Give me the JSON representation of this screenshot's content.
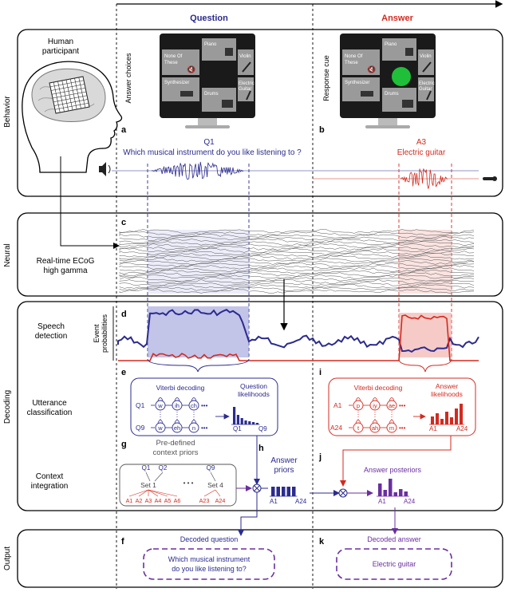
{
  "columns": {
    "question": "Question",
    "answer": "Answer"
  },
  "sections": {
    "behavior": "Behavior",
    "neural": "Neural",
    "decoding": "Decoding",
    "output": "Output"
  },
  "behavior": {
    "participant_line1": "Human",
    "participant_line2": "participant",
    "answer_choices_label": "Answer choices",
    "response_cue_label": "Response cue",
    "tiles": {
      "piano": "Piano",
      "none_line1": "None Of",
      "none_line2": "These",
      "violin": "Violin",
      "synthesizer": "Synthesizer",
      "electric_line1": "Electric",
      "electric_line2": "Guitar",
      "drums": "Drums"
    },
    "panel_a": "a",
    "panel_b": "b",
    "q_id": "Q1",
    "q_text": "Which musical instrument do you like listening to ?",
    "a_id": "A3",
    "a_text": "Electric guitar"
  },
  "neural": {
    "panel_c": "c",
    "ecog_line1": "Real-time ECoG",
    "ecog_line2": "high gamma"
  },
  "decoding": {
    "panel_d": "d",
    "speech_line1": "Speech",
    "speech_line2": "detection",
    "event_line1": "Event",
    "event_line2": "probabilities",
    "panel_e": "e",
    "panel_i": "i",
    "utt_line1": "Utterance",
    "utt_line2": "classification",
    "viterbi": "Viterbi decoding",
    "q_lik_line1": "Question",
    "q_lik_line2": "likelihoods",
    "a_lik_line1": "Answer",
    "a_lik_line2": "likelihoods",
    "q_row1": "Q1",
    "q_row2": "Q9",
    "q_ax_start": "Q1",
    "q_ax_end": "Q9",
    "a_row1": "A1",
    "a_row2": "A24",
    "a_ax_start": "A1",
    "a_ax_end": "A24",
    "phones_q1": [
      "w",
      "ih",
      "ch"
    ],
    "phones_q9": [
      "w",
      "eh",
      "n"
    ],
    "phones_a1": [
      "p",
      "iy",
      "ae"
    ],
    "phones_a24": [
      "t",
      "ah",
      "m"
    ],
    "panel_g": "g",
    "prior_line1": "Pre-defined",
    "prior_line2": "context priors",
    "panel_h": "h",
    "panel_j": "j",
    "ctx_line1": "Context",
    "ctx_line2": "integration",
    "set1": "Set 1",
    "set4": "Set 4",
    "g_q1": "Q1",
    "g_q2": "Q2",
    "g_q9": "Q9",
    "g_answers": [
      "A1",
      "A2",
      "A3",
      "A4",
      "A5",
      "A6",
      "A23",
      "A24"
    ],
    "ellipsis": "• • •",
    "priors_line1": "Answer",
    "priors_line2": "priors",
    "posteriors": "Answer posteriors",
    "pri_a1": "A1",
    "pri_a24": "A24",
    "post_a1": "A1",
    "post_a24": "A24"
  },
  "output": {
    "panel_f": "f",
    "panel_k": "k",
    "decoded_question_label": "Decoded question",
    "decoded_q_line1": "Which musical instrument",
    "decoded_q_line2": "do you like listening to?",
    "decoded_answer_label": "Decoded answer",
    "decoded_answer": "Electric guitar"
  },
  "colors": {
    "question": "#2b2b8f",
    "answer": "#d42a1f",
    "posterior": "#6a2fa0",
    "green_cue": "#1fbf3a",
    "monitor": "#1a1a1a",
    "tile": "#9a9a9a"
  }
}
